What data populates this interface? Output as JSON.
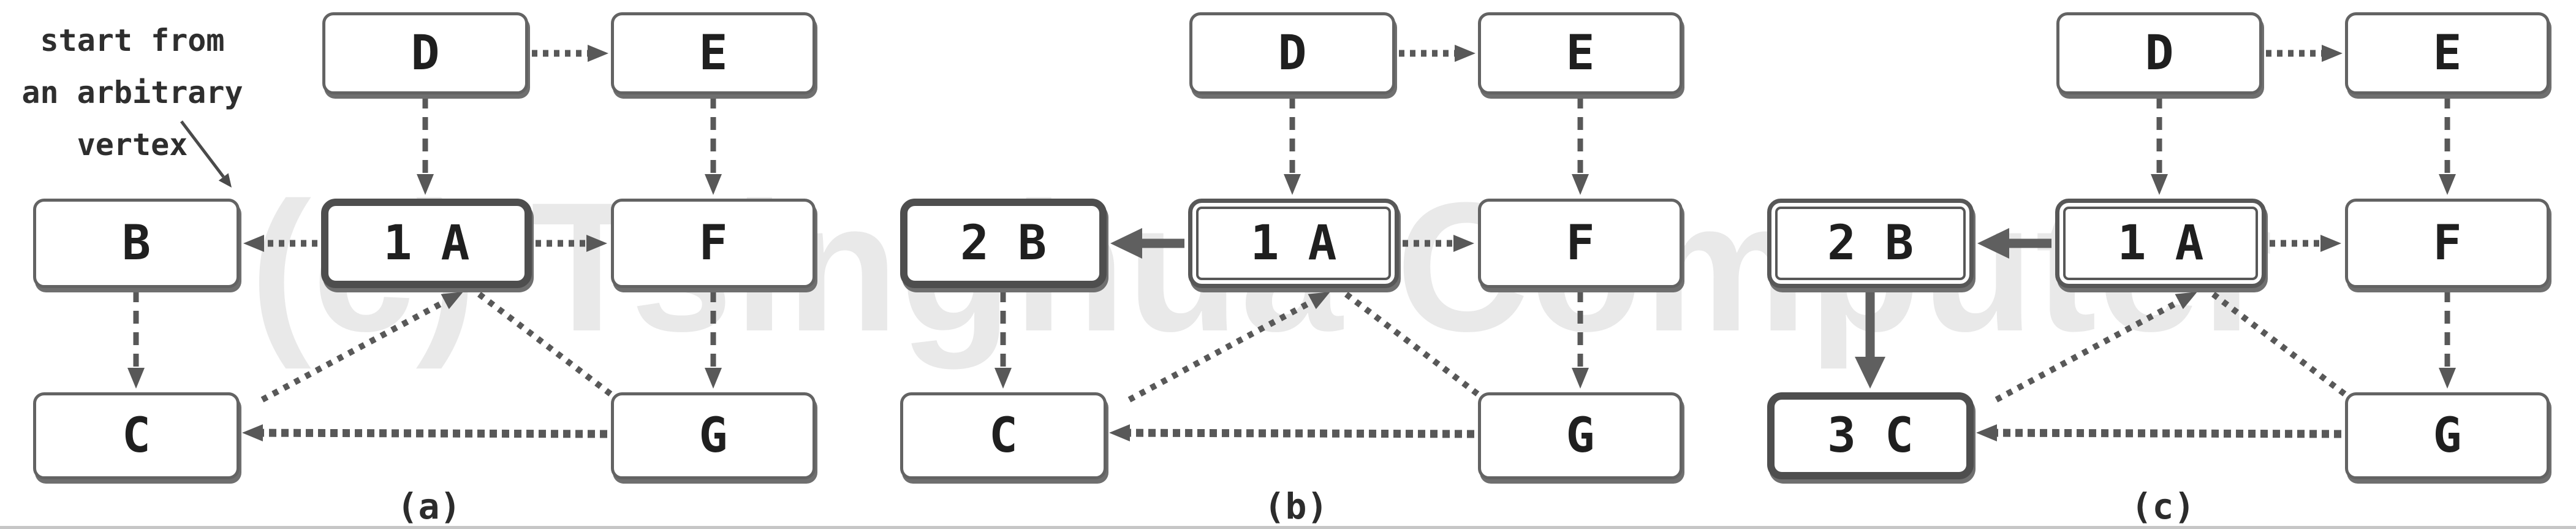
{
  "watermark": "(c) Tsinghua Computer",
  "annotation": {
    "lines": [
      "start from",
      "an arbitrary",
      "vertex"
    ]
  },
  "colors": {
    "edge": "#585858",
    "thick_arrow": "#5f5f5f",
    "node_border": "#636363",
    "current_border": "#4e4e4e",
    "node_text": "#1f1f1f",
    "watermark": "#e9e9e9"
  },
  "panels": [
    {
      "label": "(a)",
      "has_annotation": true,
      "nodes": [
        {
          "id": "D",
          "label": "D",
          "state": "normal"
        },
        {
          "id": "E",
          "label": "E",
          "state": "normal"
        },
        {
          "id": "B",
          "label": "B",
          "state": "normal"
        },
        {
          "id": "A",
          "label": "1 A",
          "state": "current"
        },
        {
          "id": "F",
          "label": "F",
          "state": "normal"
        },
        {
          "id": "C",
          "label": "C",
          "state": "normal"
        },
        {
          "id": "G",
          "label": "G",
          "state": "normal"
        }
      ],
      "edges": [
        {
          "from": "D",
          "to": "E",
          "style": "dotted",
          "arrow": "end"
        },
        {
          "from": "D",
          "to": "A",
          "style": "dashed",
          "arrow": "end"
        },
        {
          "from": "E",
          "to": "F",
          "style": "dashed",
          "arrow": "end"
        },
        {
          "from": "A",
          "to": "B",
          "style": "dotted",
          "arrow": "end"
        },
        {
          "from": "A",
          "to": "F",
          "style": "dotted",
          "arrow": "end"
        },
        {
          "from": "B",
          "to": "C",
          "style": "dashed",
          "arrow": "end"
        },
        {
          "from": "F",
          "to": "G",
          "style": "dashed",
          "arrow": "end"
        },
        {
          "from": "G",
          "to": "C",
          "style": "dotted-wide",
          "arrow": "end"
        },
        {
          "from": "C",
          "to": "A",
          "style": "dotted-diagonal",
          "arrow": "end"
        },
        {
          "from": "A",
          "to": "G",
          "style": "dotted-diagonal",
          "arrow": "none"
        }
      ]
    },
    {
      "label": "(b)",
      "has_annotation": false,
      "nodes": [
        {
          "id": "D",
          "label": "D",
          "state": "normal"
        },
        {
          "id": "E",
          "label": "E",
          "state": "normal"
        },
        {
          "id": "B",
          "label": "2 B",
          "state": "current"
        },
        {
          "id": "A",
          "label": "1 A",
          "state": "visited"
        },
        {
          "id": "F",
          "label": "F",
          "state": "normal"
        },
        {
          "id": "C",
          "label": "C",
          "state": "normal"
        },
        {
          "id": "G",
          "label": "G",
          "state": "normal"
        }
      ],
      "edges": [
        {
          "from": "D",
          "to": "E",
          "style": "dotted",
          "arrow": "end"
        },
        {
          "from": "D",
          "to": "A",
          "style": "dashed",
          "arrow": "end"
        },
        {
          "from": "E",
          "to": "F",
          "style": "dashed",
          "arrow": "end"
        },
        {
          "from": "A",
          "to": "B",
          "style": "thick",
          "arrow": "end"
        },
        {
          "from": "A",
          "to": "F",
          "style": "dotted",
          "arrow": "end"
        },
        {
          "from": "B",
          "to": "C",
          "style": "dashed",
          "arrow": "end"
        },
        {
          "from": "F",
          "to": "G",
          "style": "dashed",
          "arrow": "end"
        },
        {
          "from": "G",
          "to": "C",
          "style": "dotted-wide",
          "arrow": "end"
        },
        {
          "from": "C",
          "to": "A",
          "style": "dotted-diagonal",
          "arrow": "end"
        },
        {
          "from": "A",
          "to": "G",
          "style": "dotted-diagonal",
          "arrow": "none"
        }
      ]
    },
    {
      "label": "(c)",
      "has_annotation": false,
      "nodes": [
        {
          "id": "D",
          "label": "D",
          "state": "normal"
        },
        {
          "id": "E",
          "label": "E",
          "state": "normal"
        },
        {
          "id": "B",
          "label": "2 B",
          "state": "visited"
        },
        {
          "id": "A",
          "label": "1 A",
          "state": "visited"
        },
        {
          "id": "F",
          "label": "F",
          "state": "normal"
        },
        {
          "id": "C",
          "label": "3 C",
          "state": "current"
        },
        {
          "id": "G",
          "label": "G",
          "state": "normal"
        }
      ],
      "edges": [
        {
          "from": "D",
          "to": "E",
          "style": "dotted",
          "arrow": "end"
        },
        {
          "from": "D",
          "to": "A",
          "style": "dashed",
          "arrow": "end"
        },
        {
          "from": "E",
          "to": "F",
          "style": "dashed",
          "arrow": "end"
        },
        {
          "from": "A",
          "to": "B",
          "style": "thick",
          "arrow": "end"
        },
        {
          "from": "A",
          "to": "F",
          "style": "dotted",
          "arrow": "end"
        },
        {
          "from": "B",
          "to": "C",
          "style": "thick",
          "arrow": "end"
        },
        {
          "from": "F",
          "to": "G",
          "style": "dashed",
          "arrow": "end"
        },
        {
          "from": "G",
          "to": "C",
          "style": "dotted-wide",
          "arrow": "end"
        },
        {
          "from": "C",
          "to": "A",
          "style": "dotted-diagonal",
          "arrow": "end"
        },
        {
          "from": "A",
          "to": "G",
          "style": "dotted-diagonal",
          "arrow": "none"
        }
      ]
    }
  ]
}
